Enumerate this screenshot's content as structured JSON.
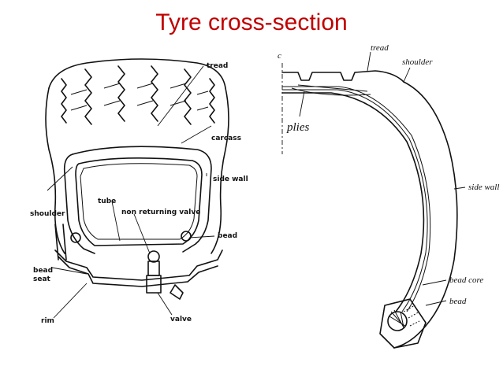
{
  "title": "Tyre cross-section",
  "left_diagram": {
    "labels": {
      "tread": "tread",
      "carcass": "carcass",
      "side_wall": "side wall",
      "shoulder": "shoulder",
      "tube": "tube",
      "non_returning_valve": "non returning valve",
      "bead": "bead",
      "bead_seat_line1": "bead",
      "bead_seat_line2": "seat",
      "rim": "rim",
      "valve": "valve"
    }
  },
  "right_diagram": {
    "labels": {
      "c_mark": "c",
      "tread": "tread",
      "shoulder": "shoulder",
      "plies": "plies",
      "side_wall": "side wall",
      "bead_core": "bead core",
      "bead": "bead"
    }
  }
}
